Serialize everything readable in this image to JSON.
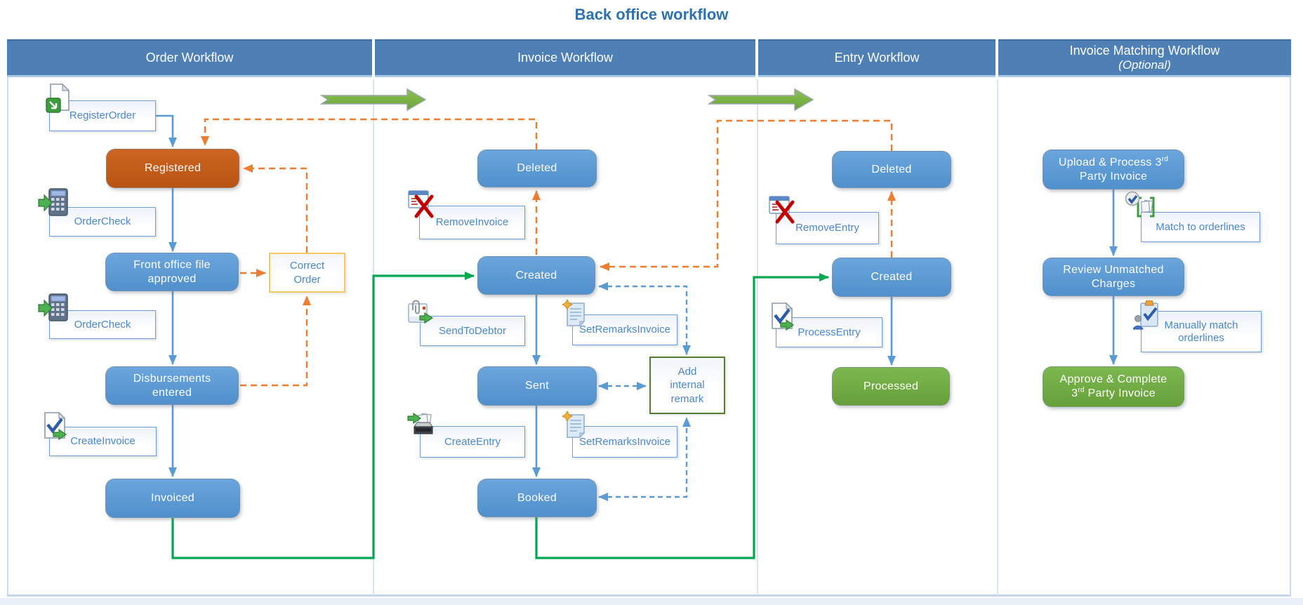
{
  "title": "Back office workflow",
  "headers": [
    {
      "label": "Order Workflow"
    },
    {
      "label": "Invoice Workflow"
    },
    {
      "label": "Entry Workflow"
    },
    {
      "label": "Invoice Matching Workflow",
      "sub": "(Optional)"
    }
  ],
  "order": {
    "register_order": "RegisterOrder",
    "registered": "Registered",
    "order_check_1": "OrderCheck",
    "front_office": "Front office file approved",
    "order_check_2": "OrderCheck",
    "disbursements": "Disbursements entered",
    "create_invoice": "CreateInvoice",
    "invoiced": "Invoiced",
    "correct_order": "Correct Order"
  },
  "invoice": {
    "deleted": "Deleted",
    "remove_invoice": "RemoveInvoice",
    "created": "Created",
    "send_to_debtor": "SendToDebtor",
    "set_remarks_1": "SetRemarksInvoice",
    "sent": "Sent",
    "add_internal_remark": "Add internal remark",
    "create_entry": "CreateEntry",
    "set_remarks_2": "SetRemarksInvoice",
    "booked": "Booked"
  },
  "entry": {
    "deleted": "Deleted",
    "remove_entry": "RemoveEntry",
    "created": "Created",
    "process_entry": "ProcessEntry",
    "processed": "Processed"
  },
  "matching": {
    "upload_pre": "Upload & Process 3",
    "upload_sup": "rd",
    "upload_line2": "Party Invoice",
    "match_to_orderlines": "Match to orderlines",
    "review": "Review Unmatched Charges",
    "manually_match": "Manually match orderlines",
    "approve_line1": "Approve & Complete",
    "approve_pre": "3",
    "approve_sup": "rd",
    "approve_post": " Party Invoice"
  },
  "colors": {
    "title_text": "#2D71B0",
    "header_fill": "#4E80B6",
    "state_blue": "#5B9BD5",
    "state_orange": "#C0571A",
    "state_green": "#70AD47",
    "action_text_blue": "#4C87C8",
    "orange_connector": "#ED7D31",
    "blue_connector": "#5B9BD5",
    "green_connector": "#00A651",
    "block_arrow_green": "#76B243",
    "correct_order_border": "#F7C95F",
    "add_remark_border": "#557E30"
  }
}
